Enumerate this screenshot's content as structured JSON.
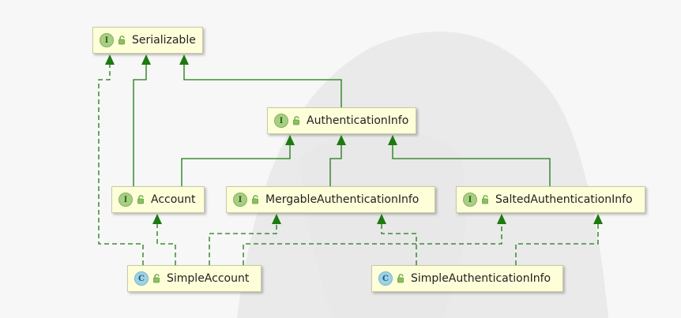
{
  "colors": {
    "edge": "#1c7a10",
    "node_fill": "#fefed9",
    "node_border": "#c9c9a6"
  },
  "nodes": {
    "serializable": {
      "kind": "I",
      "name": "Serializable"
    },
    "authentication_info": {
      "kind": "I",
      "name": "AuthenticationInfo"
    },
    "account": {
      "kind": "I",
      "name": "Account"
    },
    "mergable_authentication_info": {
      "kind": "I",
      "name": "MergableAuthenticationInfo"
    },
    "salted_authentication_info": {
      "kind": "I",
      "name": "SaltedAuthenticationInfo"
    },
    "simple_account": {
      "kind": "C",
      "name": "SimpleAccount"
    },
    "simple_authentication_info": {
      "kind": "C",
      "name": "SimpleAuthenticationInfo"
    }
  },
  "edges": [
    {
      "from": "authentication_info",
      "to": "serializable",
      "style": "solid"
    },
    {
      "from": "account",
      "to": "serializable",
      "style": "solid"
    },
    {
      "from": "account",
      "to": "authentication_info",
      "style": "solid"
    },
    {
      "from": "mergable_authentication_info",
      "to": "authentication_info",
      "style": "solid"
    },
    {
      "from": "salted_authentication_info",
      "to": "authentication_info",
      "style": "solid"
    },
    {
      "from": "simple_account",
      "to": "serializable",
      "style": "dashed"
    },
    {
      "from": "simple_account",
      "to": "account",
      "style": "dashed"
    },
    {
      "from": "simple_account",
      "to": "mergable_authentication_info",
      "style": "dashed"
    },
    {
      "from": "simple_account",
      "to": "salted_authentication_info",
      "style": "dashed"
    },
    {
      "from": "simple_authentication_info",
      "to": "mergable_authentication_info",
      "style": "dashed"
    },
    {
      "from": "simple_authentication_info",
      "to": "salted_authentication_info",
      "style": "dashed"
    }
  ]
}
